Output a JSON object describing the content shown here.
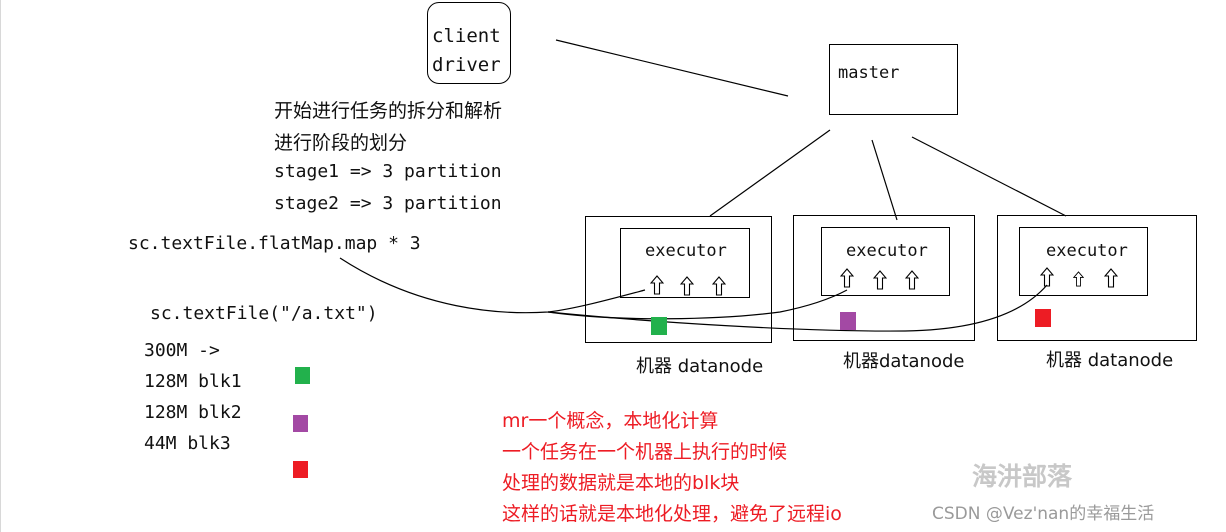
{
  "client_driver": {
    "line1": "client",
    "line2": "driver"
  },
  "master": {
    "label": "master"
  },
  "notes": {
    "line1": "开始进行任务的拆分和解析",
    "line2": "进行阶段的划分",
    "line3": "stage1 => 3 partition",
    "line4": "stage2 => 3 partition"
  },
  "code": {
    "flatmap": "sc.textFile.flatMap.map * 3",
    "textfile": "sc.textFile(\"/a.txt\")"
  },
  "blocks": {
    "total": "300M ->",
    "items": [
      {
        "label": "128M blk1",
        "color": "#22b14c"
      },
      {
        "label": "128M blk2",
        "color": "#a349a4"
      },
      {
        "label": "44M blk3",
        "color": "#ed1c24"
      }
    ]
  },
  "machines": [
    {
      "executor": "executor",
      "label": "机器 datanode",
      "block_color": "#22b14c"
    },
    {
      "executor": "executor",
      "label": "机器datanode",
      "block_color": "#a349a4"
    },
    {
      "executor": "executor",
      "label": "机器 datanode",
      "block_color": "#ed1c24"
    }
  ],
  "red_notes": {
    "color": "#ed1c24",
    "line1": "mr一个概念，本地化计算",
    "line2": "一个任务在一个机器上执行的时候",
    "line3": "处理的数据就是本地的blk块",
    "line4": "这样的话就是本地化处理，避免了远程io"
  },
  "watermarks": {
    "brand": "海汫部落",
    "csdn": "CSDN @Vez'nan的幸福生活"
  }
}
